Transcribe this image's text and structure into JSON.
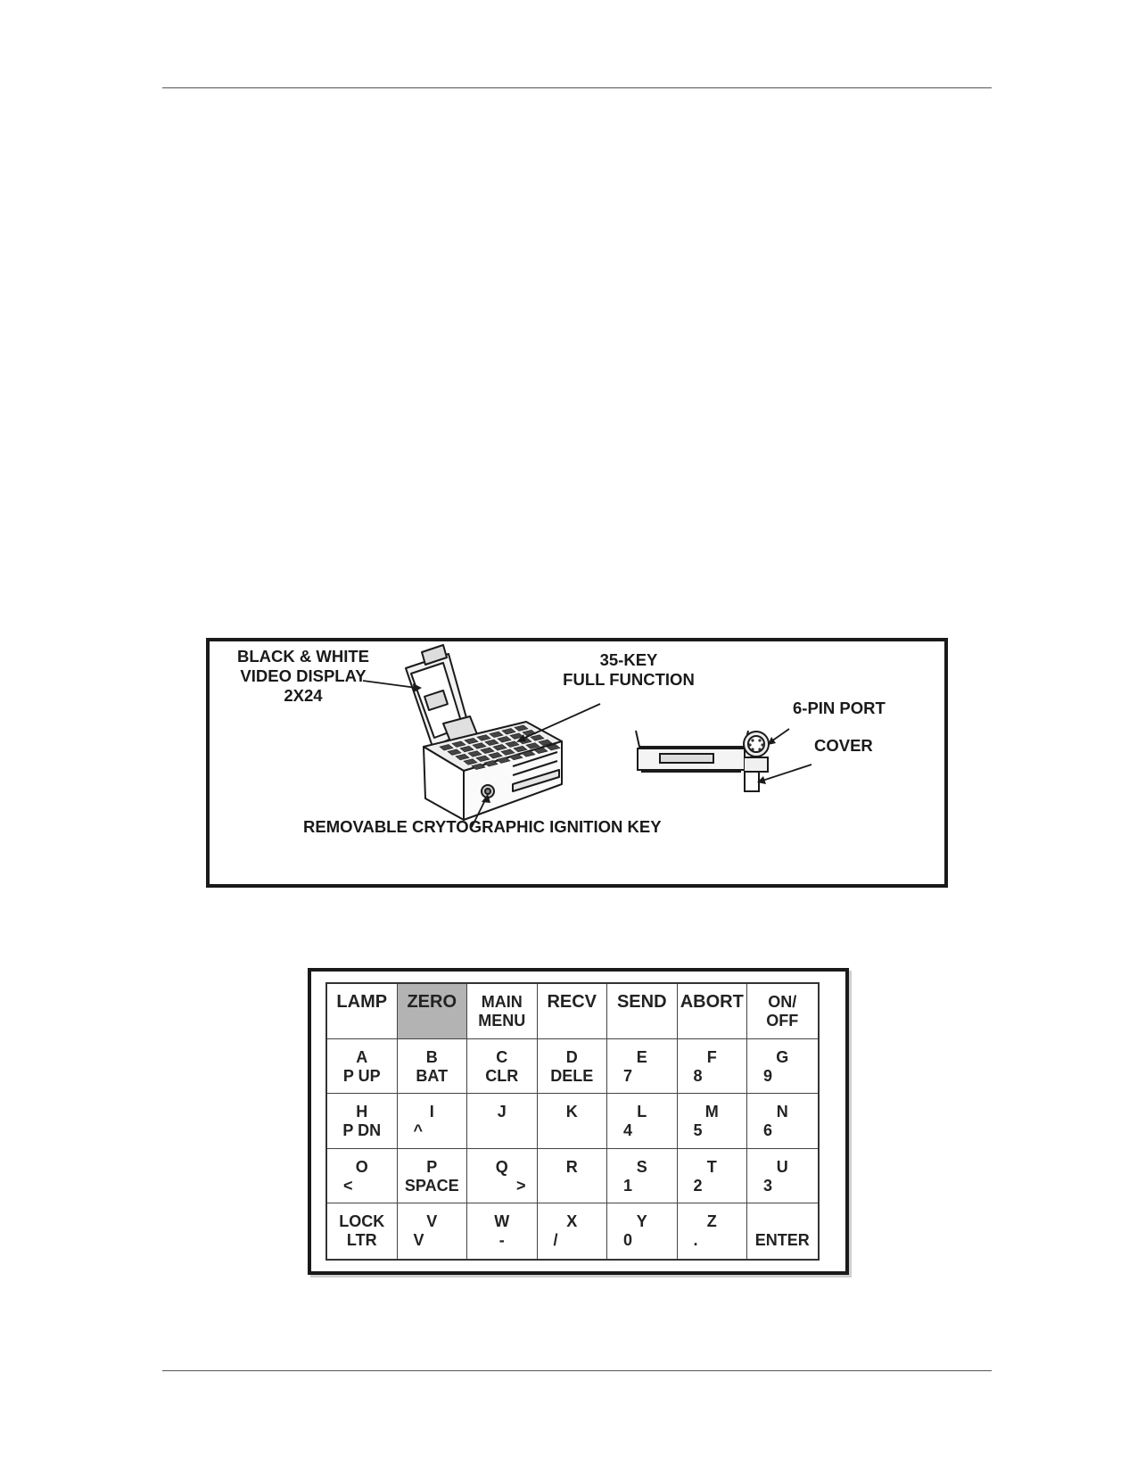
{
  "device_figure": {
    "callouts": {
      "display": "BLACK & WHITE\nVIDEO DISPLAY\n2X24",
      "keypad": "35-KEY\nFULL FUNCTION",
      "port": "6-PIN PORT",
      "cover": "COVER",
      "ignition_key": "REMOVABLE CRYTOGRAPHIC IGNITION KEY"
    }
  },
  "keypad": {
    "keys": [
      {
        "top": "LAMP",
        "bottom": "",
        "align": "single"
      },
      {
        "top": "ZERO",
        "bottom": "",
        "align": "single",
        "highlight": true
      },
      {
        "top": "MAIN",
        "bottom": "MENU",
        "align": "center"
      },
      {
        "top": "RECV",
        "bottom": "",
        "align": "single"
      },
      {
        "top": "SEND",
        "bottom": "",
        "align": "single"
      },
      {
        "top": "ABORT",
        "bottom": "",
        "align": "single"
      },
      {
        "top": "ON/",
        "bottom": "OFF",
        "align": "center"
      },
      {
        "top": "A",
        "bottom": "P UP",
        "align": "center"
      },
      {
        "top": "B",
        "bottom": "BAT",
        "align": "center"
      },
      {
        "top": "C",
        "bottom": "CLR",
        "align": "center"
      },
      {
        "top": "D",
        "bottom": "DELE",
        "align": "center"
      },
      {
        "top": "E",
        "bottom": "7",
        "align": "left"
      },
      {
        "top": "F",
        "bottom": "8",
        "align": "left"
      },
      {
        "top": "G",
        "bottom": "9",
        "align": "left"
      },
      {
        "top": "H",
        "bottom": "P DN",
        "align": "center"
      },
      {
        "top": "I",
        "bottom": "^",
        "align": "left"
      },
      {
        "top": "J",
        "bottom": "",
        "align": "center"
      },
      {
        "top": "K",
        "bottom": "",
        "align": "center"
      },
      {
        "top": "L",
        "bottom": "4",
        "align": "left"
      },
      {
        "top": "M",
        "bottom": "5",
        "align": "left"
      },
      {
        "top": "N",
        "bottom": "6",
        "align": "left"
      },
      {
        "top": "O",
        "bottom": "<",
        "align": "left"
      },
      {
        "top": "P",
        "bottom": "SPACE",
        "align": "center"
      },
      {
        "top": "Q",
        "bottom": ">",
        "align": "right"
      },
      {
        "top": "R",
        "bottom": "",
        "align": "center"
      },
      {
        "top": "S",
        "bottom": "1",
        "align": "left"
      },
      {
        "top": "T",
        "bottom": "2",
        "align": "left"
      },
      {
        "top": "U",
        "bottom": "3",
        "align": "left"
      },
      {
        "top": "LOCK",
        "bottom": "LTR",
        "align": "center"
      },
      {
        "top": "V",
        "bottom": "V",
        "align": "left"
      },
      {
        "top": "W",
        "bottom": "-",
        "align": "mid"
      },
      {
        "top": "X",
        "bottom": "/",
        "align": "left"
      },
      {
        "top": "Y",
        "bottom": "0",
        "align": "left"
      },
      {
        "top": "Z",
        "bottom": ".",
        "align": "left"
      },
      {
        "top": "",
        "bottom": "ENTER",
        "align": "center"
      }
    ]
  }
}
